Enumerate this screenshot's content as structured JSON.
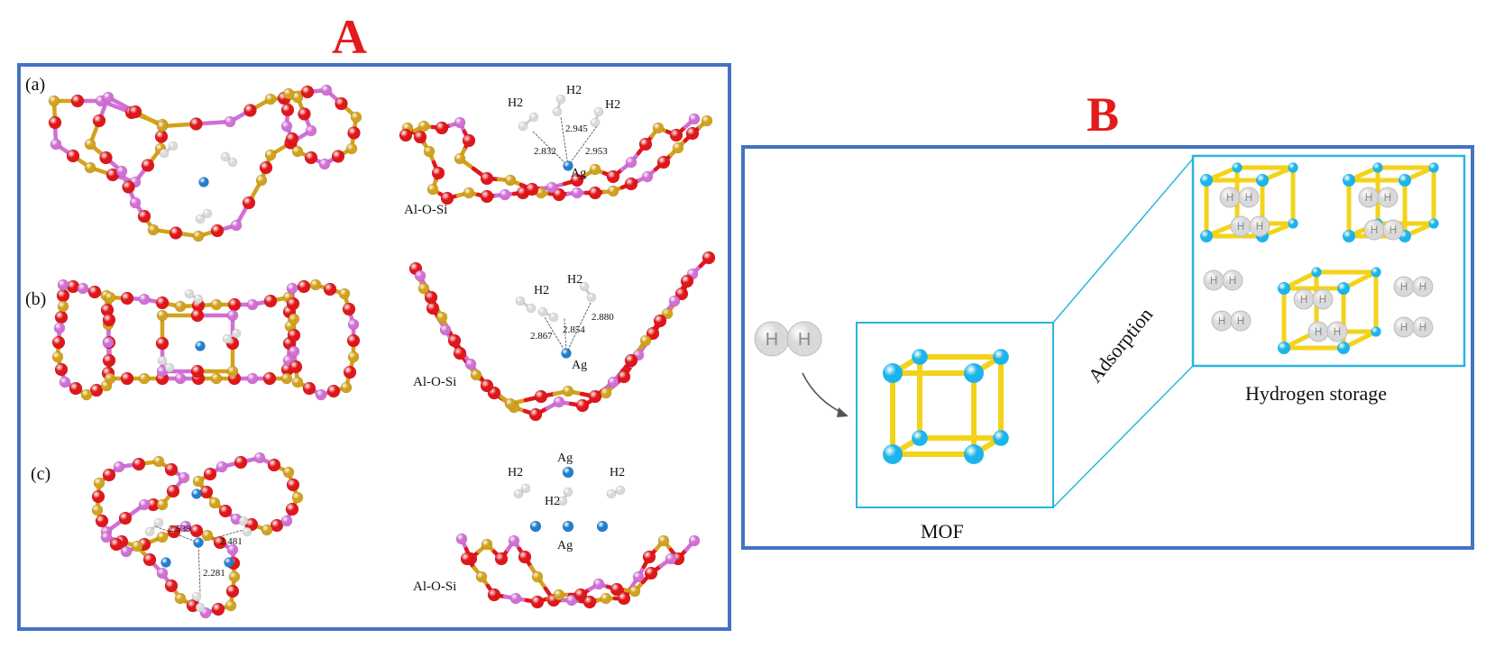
{
  "panel_a": {
    "letter": "A",
    "rows": [
      {
        "id": "(a)",
        "side_label": "Al-O-Si",
        "metal_label": "Ag",
        "h2_labels": [
          "H2",
          "H2",
          "H2"
        ],
        "distances": [
          "2.832",
          "2.945",
          "2.953"
        ]
      },
      {
        "id": "(b)",
        "side_label": "Al-O-Si",
        "metal_label": "Ag",
        "h2_labels": [
          "H2",
          "H2"
        ],
        "distances": [
          "2.867",
          "2.854",
          "2.880"
        ]
      },
      {
        "id": "(c)",
        "side_label": "Al-O-Si",
        "metal_labels": [
          "Ag",
          "Ag"
        ],
        "h2_labels": [
          "H2",
          "H2",
          "H2"
        ],
        "distances": [
          "2.539",
          "2.481",
          "2.281"
        ]
      }
    ]
  },
  "panel_b": {
    "letter": "B",
    "adsorption_label": "Adsorption",
    "mof_label": "MOF",
    "storage_label": "Hydrogen storage",
    "atom_label": "H"
  },
  "colors": {
    "frame_blue": "#4472c4",
    "letter_red": "#e31b1b",
    "oxygen": "#e0161b",
    "aluminium": "#d26fd6",
    "silicon": "#d3a21c",
    "silver": "#1f7ed1",
    "hydrogen": "#ececec",
    "mof_strut": "#f3d31a",
    "mof_node": "#1cb4ec",
    "zoom_line": "#2bb4e0"
  }
}
